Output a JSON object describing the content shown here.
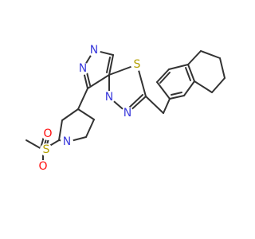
{
  "colors": {
    "bond": "#333333",
    "N": "#3c3cdc",
    "S": "#b4a000",
    "O": "#ff0d0d"
  },
  "atoms": [
    {
      "id": "N1",
      "label": "N",
      "element": "N"
    },
    {
      "id": "N2",
      "label": "N",
      "element": "N"
    },
    {
      "id": "N3",
      "label": "N",
      "element": "N"
    },
    {
      "id": "N4",
      "label": "N",
      "element": "N"
    },
    {
      "id": "N5",
      "label": "N",
      "element": "N"
    },
    {
      "id": "S1",
      "label": "S",
      "element": "S"
    },
    {
      "id": "S2",
      "label": "S",
      "element": "S"
    },
    {
      "id": "O1",
      "label": "O",
      "element": "O"
    },
    {
      "id": "O2",
      "label": "O",
      "element": "O"
    }
  ]
}
